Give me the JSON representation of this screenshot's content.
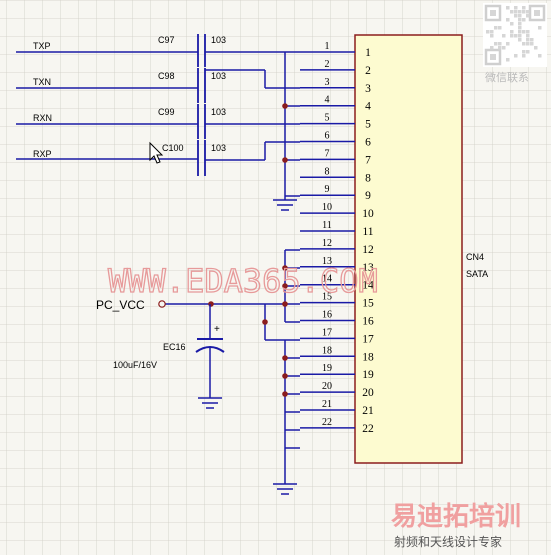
{
  "watermark": "WWW.EDA365.COM",
  "connector": {
    "refdes": "CN4",
    "value": "SATA",
    "pins": [
      "1",
      "2",
      "3",
      "4",
      "5",
      "6",
      "7",
      "8",
      "9",
      "10",
      "11",
      "12",
      "13",
      "14",
      "15",
      "16",
      "17",
      "18",
      "19",
      "20",
      "21",
      "22"
    ]
  },
  "nets": [
    "TXP",
    "TXN",
    "RXN",
    "RXP"
  ],
  "caps": [
    {
      "ref": "C97",
      "value": "103"
    },
    {
      "ref": "C98",
      "value": "103"
    },
    {
      "ref": "C99",
      "value": "103"
    },
    {
      "ref": "C100",
      "value": "103"
    }
  ],
  "power_port": "PC_VCC",
  "electrolytic": {
    "ref": "EC16",
    "value": "100uF/16V",
    "polarity": "+"
  },
  "logo": {
    "brand": "易迪拓培训",
    "tagline": "射频和天线设计专家"
  },
  "qr_caption": "微信联系"
}
